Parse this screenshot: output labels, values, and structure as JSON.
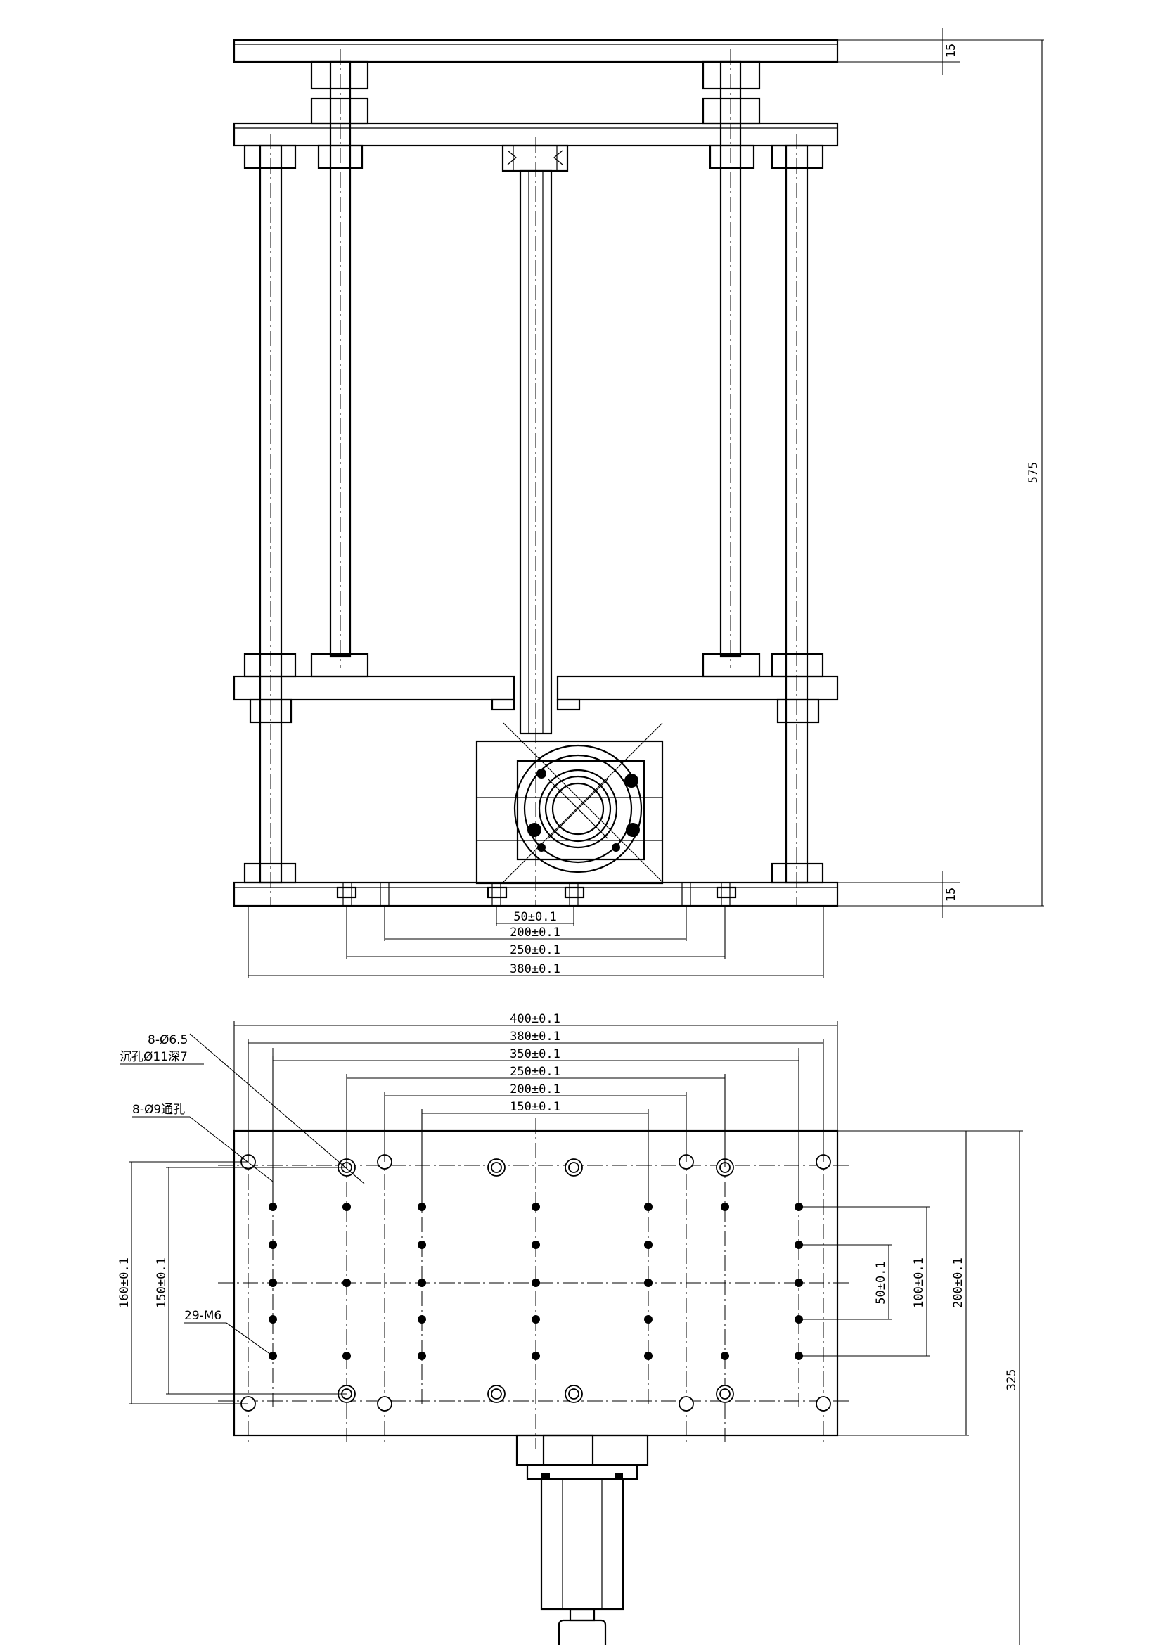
{
  "front_view": {
    "dims": {
      "top_plate_thickness": "15",
      "overall_height": "575",
      "base_plate_thickness": "15",
      "hole_span_1": "50±0.1",
      "hole_span_2": "200±0.1",
      "hole_span_3": "250±0.1",
      "hole_span_4": "380±0.1"
    }
  },
  "plan_view": {
    "dims": {
      "width_outer": "400±0.1",
      "width_380": "380±0.1",
      "width_350": "350±0.1",
      "width_250": "250±0.1",
      "width_200": "200±0.1",
      "width_150": "150±0.1",
      "height_160": "160±0.1",
      "height_150": "150±0.1",
      "height_50": "50±0.1",
      "height_100": "100±0.1",
      "height_200": "200±0.1",
      "overall_length": "325"
    },
    "callouts": {
      "counterbore_count": "8-Ø6.5",
      "counterbore_spec": "沉孔Ø11深7",
      "through_hole": "8-Ø9通孔",
      "tapped_holes": "29-M6"
    }
  }
}
